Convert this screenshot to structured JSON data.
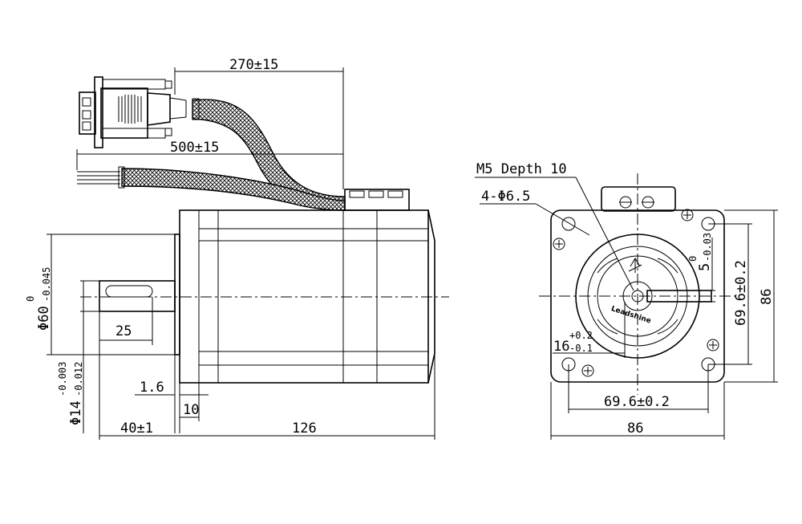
{
  "side_view": {
    "cable_encoder_length": "270±15",
    "cable_power_length": "500±15",
    "flange_diameter": "Φ60",
    "flange_tol_upper": "0",
    "flange_tol_lower": "-0.045",
    "shaft_diameter": "Φ14",
    "shaft_tol_upper": "-0.003",
    "shaft_tol_lower": "-0.012",
    "key_length": "25",
    "flange_step": "1.6",
    "flange_thickness": "10",
    "shaft_length": "40±1",
    "body_length": "126"
  },
  "front_view": {
    "tapped_hole": "M5 Depth 10",
    "mount_holes": "4-Φ6.5",
    "key_width": "5",
    "key_width_tol_upper": "0",
    "key_width_tol_lower": "-0.03",
    "key_height": "16",
    "key_height_tol_upper": "+0.2",
    "key_height_tol_lower": "-0.1",
    "hole_pitch_v": "69.6±0.2",
    "hole_pitch_h": "69.6±0.2",
    "frame_v": "86",
    "frame_h": "86",
    "logo": "Leadshine"
  }
}
